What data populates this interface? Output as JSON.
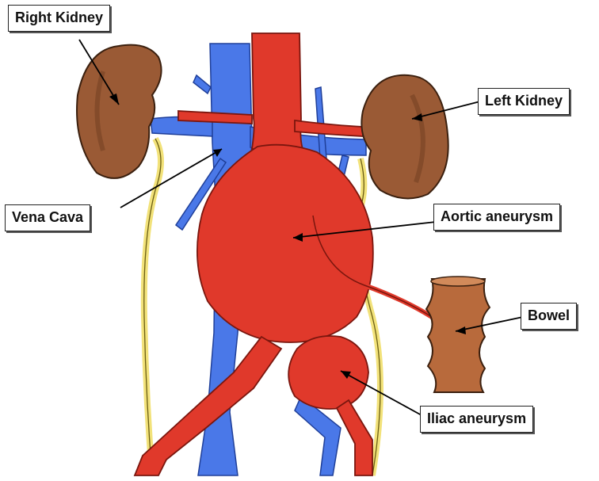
{
  "labels": {
    "right_kidney": "Right Kidney",
    "left_kidney": "Left Kidney",
    "vena_cava": "Vena Cava",
    "aortic_aneurysm": "Aortic aneurysm",
    "bowel": "Bowel",
    "iliac_aneurysm": "Iliac aneurysm"
  },
  "colors": {
    "artery": "#e0392b",
    "artery_dark": "#b3261a",
    "vein": "#4a78e8",
    "vein_dark": "#2f56c0",
    "kidney": "#9a5a35",
    "kidney_dark": "#6e3c20",
    "ureter": "#f2e27a",
    "bowel": "#b86a3c"
  }
}
